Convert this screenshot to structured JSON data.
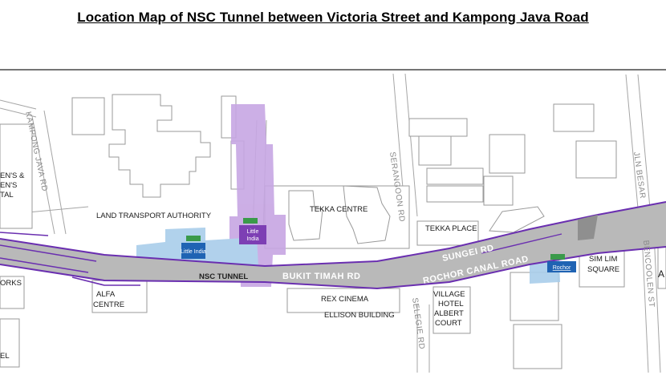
{
  "title": "Location Map of NSC Tunnel between Victoria Street and Kampong Java Road",
  "roads": {
    "kampong_java": "KAMPONG JAVA RD",
    "serangoon": "SERANGOON RD",
    "jln_besar": "JLN BESAR",
    "bencoolen": "BENCOOLEN ST",
    "selegie": "SELEGIE RD",
    "bukit_timah": "BUKIT TIMAH RD",
    "sungei": "SUNGEI RD",
    "rochor_canal": "ROCHOR CANAL ROAD"
  },
  "labels": {
    "lta": "LAND TRANSPORT AUTHORITY",
    "tekka_centre": "TEKKA CENTRE",
    "tekka_place": "TEKKA PLACE",
    "nsc_tunnel": "NSC TUNNEL",
    "alfa_1": "ALFA",
    "alfa_2": "CENTRE",
    "rex_cinema": "REX CINEMA",
    "ellison": "ELLISON BUILDING",
    "village_1": "VILLAGE",
    "village_2": "HOTEL",
    "village_3": "ALBERT",
    "village_4": "COURT",
    "sim_lim_1": "SIM LIM",
    "sim_lim_2": "SQUARE",
    "hosp_1": "EN'S &",
    "hosp_2": "EN'S",
    "hosp_3": "TAL",
    "works": "ORKS",
    "el": "EL",
    "edge_a": "A"
  },
  "stations": {
    "little_india_1": "Little India",
    "little_india_2a": "Little",
    "little_india_2b": "India",
    "rochor": "Rochor"
  },
  "colors": {
    "tunnel_gray": "#b9b9b9",
    "road_outline": "#6a2fb0",
    "station_lilac": "#c7a6e3",
    "station_blue": "#a9cdea",
    "badge_blue": "#1f63b3",
    "badge_purple": "#7d3fb4",
    "block_outline": "#9a9a9a"
  }
}
